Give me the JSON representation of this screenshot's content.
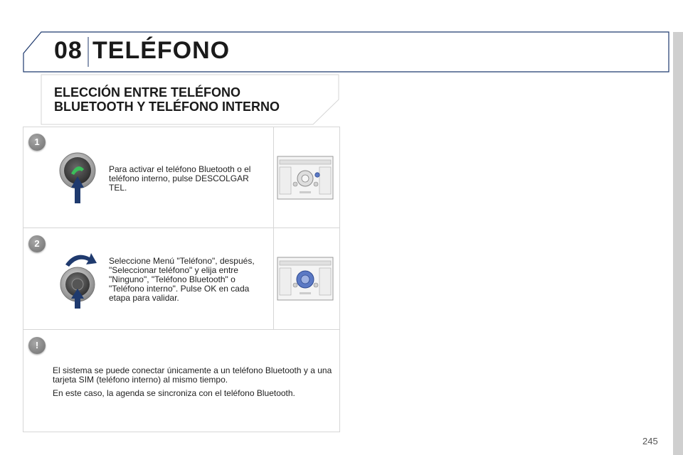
{
  "header": {
    "chapter_number": "08",
    "chapter_title": "TELÉFONO"
  },
  "section": {
    "title_line1": "ELECCIÓN ENTRE TELÉFONO",
    "title_line2": "BLUETOOTH Y TELÉFONO INTERNO"
  },
  "steps": [
    {
      "badge": "1",
      "text": "Para activar el teléfono Bluetooth o el teléfono interno, pulse DESCOLGAR TEL.",
      "icon": "phone-pickup-button-icon"
    },
    {
      "badge": "2",
      "text": "Seleccione Menú \"Teléfono\", después, \"Seleccionar teléfono\" y elija entre \"Ninguno\", \"Teléfono Bluetooth\" o \"Teléfono interno\". Pulse OK en cada etapa para validar.",
      "icon": "rotary-knob-icon"
    }
  ],
  "note": {
    "badge": "!",
    "paragraphs": [
      "El sistema se puede conectar únicamente a un teléfono Bluetooth y a una tarjeta SIM (teléfono interno) al mismo tiempo.",
      "En este caso, la agenda se sincroniza con el teléfono Bluetooth."
    ]
  },
  "page_number": "245",
  "colors": {
    "accent_navy": "#1f3a6e",
    "knob_blue": "#5b79c4",
    "panel_border": "#d6d6d6"
  }
}
